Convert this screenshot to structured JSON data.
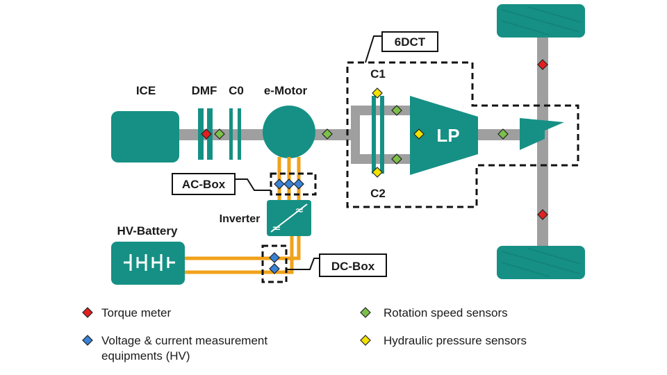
{
  "colors": {
    "teal": "#169085",
    "teal_dark": "#0e6f66",
    "shaft": "#9f9f9f",
    "cable": "#f0a21a",
    "torque": "#e02020",
    "voltage": "#3a82d6",
    "rotation": "#7cc04a",
    "hydraulic": "#f2e200"
  },
  "labels": {
    "ice": "ICE",
    "dmf": "DMF",
    "c0": "C0",
    "emotor": "e-Motor",
    "transmission": "6DCT",
    "c1": "C1",
    "c2": "C2",
    "lp": "LP",
    "ac_box": "AC-Box",
    "inverter": "Inverter",
    "hv_battery": "HV-Battery",
    "dc_box": "DC-Box"
  },
  "legend": {
    "torque": "Torque meter",
    "voltage_line1": "Voltage & current measurement",
    "voltage_line2": "equipments (HV)",
    "rotation": "Rotation speed sensors",
    "hydraulic": "Hydraulic pressure sensors"
  },
  "icons": {
    "inverter_ac": "≈",
    "inverter_dc": "="
  }
}
